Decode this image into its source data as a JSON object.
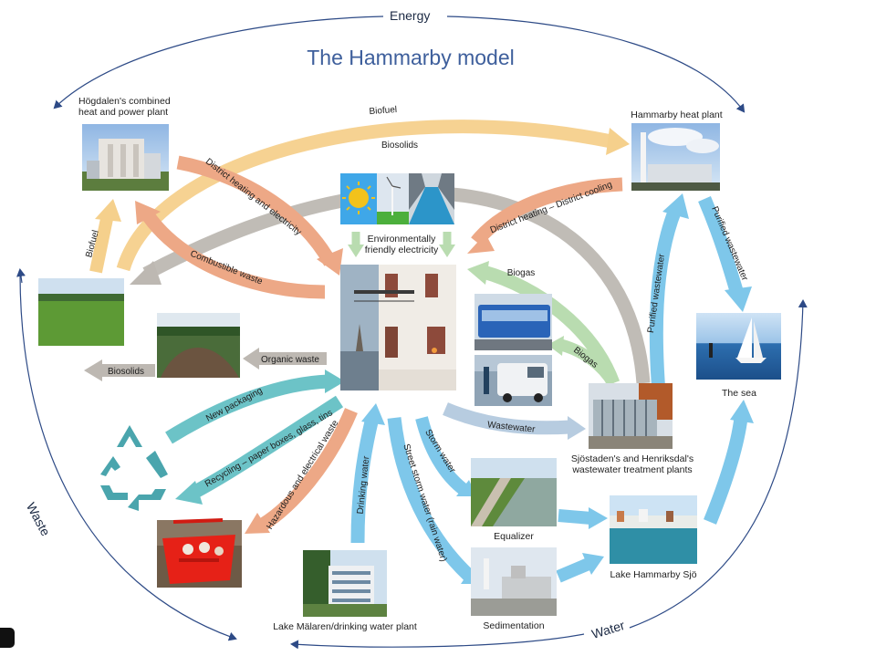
{
  "title": "The Hammarby model",
  "loops": {
    "energy": "Energy",
    "waste": "Waste",
    "water": "Water"
  },
  "nodes": {
    "hogdalen": "Högdalen's combined heat and power plant",
    "hammarby_heat": "Hammarby heat plant",
    "env_electricity": "Environmentally friendly electricity",
    "sea": "The sea",
    "treatment": "Sjöstaden's and Henriksdal's wastewater treatment plants",
    "equalizer": "Equalizer",
    "lake_hammarby": "Lake Hammarby Sjö",
    "sedimentation": "Sedimentation",
    "malaren": "Lake Mälaren/drinking water plant"
  },
  "arrows": {
    "biofuel_top": "Biofuel",
    "biosolids_top": "Biosolids",
    "district_heating_electricity": "District heating and electricity",
    "district_heating_cooling": "District heating – District cooling",
    "biofuel_left": "Biofuel",
    "combustible_waste": "Combustible waste",
    "purified_wastewater_down": "Purified wastewater",
    "purified_wastewater_up": "Purified wastewater",
    "biogas_1": "Biogas",
    "biogas_2": "Biogas",
    "organic_waste": "Organic waste",
    "biosolids_left": "Biosolids",
    "new_packaging": "New packaging",
    "recycling": "Recycling – paper boxes, glass, tins",
    "hazardous": "Hazardous and electrical waste",
    "drinking_water": "Drinking water",
    "street_storm_water": "Street storm water (rain water)",
    "storm_water": "Storm water",
    "wastewater": "Wastewater"
  },
  "colors": {
    "title": "#3e5f9c",
    "biofuel": "#f5d08c",
    "biosolids": "#bdb8b2",
    "district": "#eda886",
    "water": "#7ec7ea",
    "biogas": "#b9dcb0",
    "wastewater": "#b7cce0",
    "teal": "#6cc3c7",
    "loop_line": "#2d4a86"
  }
}
